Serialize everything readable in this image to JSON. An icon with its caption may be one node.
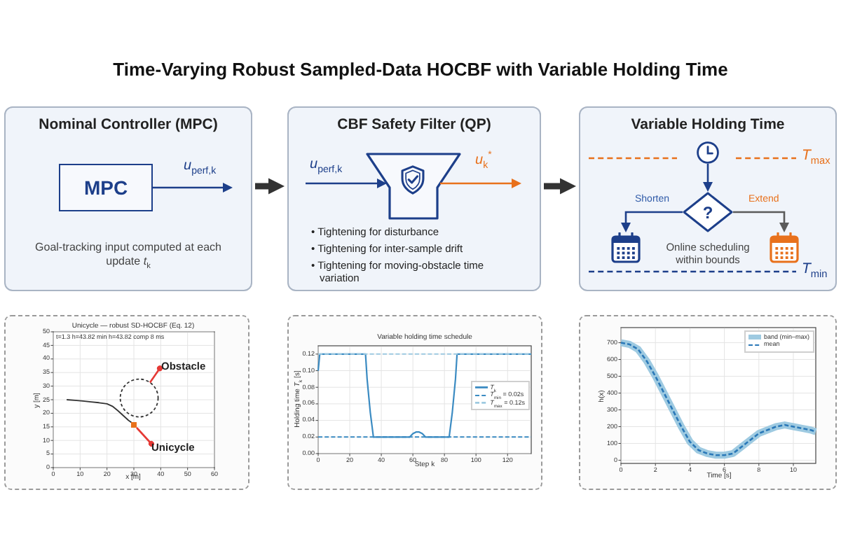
{
  "diagram": {
    "title": "Time-Varying Robust Sampled-Data HOCBF with Variable Holding Time",
    "nodes": [
      {
        "text": [
          "Nominal Controller (MPC)",
          "Goal-tracking input computed at each update *t*$_{k}$"
        ]
      },
      {
        "text": [
          "MPC"
        ],
        "in": 0
      },
      {
        "text": [
          "CBF Safety Filter (QP)",
          "• Tightening for disturbance",
          "• Tightening for inter-sample drift",
          "• Tightening for moving-obstacle time variation"
        ]
      },
      {
        "text": [],
        "shape": "funnel",
        "in": 2
      },
      {
        "text": [
          "Variable Holding Time",
          "Online scheduling within bounds"
        ]
      },
      {
        "text": [],
        "shape": "clock",
        "in": 4
      },
      {
        "text": [
          "?"
        ],
        "in": 4
      },
      {
        "text": [],
        "shape": "calendar",
        "in": 4
      },
      {
        "text": [],
        "shape": "calendar",
        "in": 4
      },
      {
        "text": [
          "Obstacle"
        ]
      },
      {
        "text": [],
        "shape": "circle"
      },
      {
        "text": [
          "Unicycle"
        ]
      },
      {
        "text": [],
        "shape": "dot"
      }
    ],
    "edges": [
      {
        "from": 0,
        "to": 2,
        "arrow": "to",
        "style": "thick",
        "color": "#333333"
      },
      {
        "from": 1,
        "to": null,
        "arrow": "to",
        "label": "*u*$_{perf,k}$"
      },
      {
        "from": null,
        "to": 3,
        "arrow": "to",
        "label": "*u*$_{perf,k}$"
      },
      {
        "from": 3,
        "to": null,
        "arrow": "to",
        "label": "*u*$_{k}$$^{*}$",
        "color": "#e8711c"
      },
      {
        "from": 2,
        "to": 4,
        "arrow": "to",
        "style": "thick",
        "color": "#333333"
      },
      {
        "from": 5,
        "to": 6,
        "arrow": "to"
      },
      {
        "from": 6,
        "to": 7,
        "arrow": "to",
        "label": "Shorten"
      },
      {
        "from": 6,
        "to": 8,
        "arrow": "to",
        "label": "Extend",
        "color": "#5a5a5a"
      },
      {
        "from": 9,
        "to": 10,
        "arrow": "other",
        "color": "#e53935"
      },
      {
        "from": 11,
        "to": 12,
        "arrow": "other",
        "color": "#e53935"
      }
    ],
    "labels": [
      "*T*$_{max}$",
      "*T*$_{min}$"
    ],
    "chart_data": [
      {
        "type": "line",
        "title": "Unicycle — robust SD-HOCBF (Eq. 12)",
        "xlabel": "x [m]",
        "ylabel": "y [m]",
        "x": [
          5,
          8,
          11,
          14,
          17,
          20,
          22,
          24,
          26,
          28,
          30
        ],
        "series": [
          {
            "color": "#333333",
            "values": [
              25,
              24.8,
              24.5,
              24.2,
              23.9,
              23.5,
              22.6,
              21,
              19.2,
              17.4,
              16
            ]
          }
        ],
        "xlim": [
          0,
          60
        ],
        "ylim": [
          0,
          50
        ],
        "xticks": [
          0,
          10,
          20,
          30,
          40,
          50,
          60
        ],
        "yticks": [
          0,
          5,
          10,
          15,
          20,
          25,
          30,
          35,
          40,
          45,
          50
        ],
        "grid": true,
        "annotations": [
          {
            "text": "t=1.3 h=43.82 min h=43.82 comp 8 ms"
          }
        ]
      },
      {
        "type": "line",
        "title": "Variable holding time schedule",
        "xlabel": "Step k",
        "ylabel": "Holding time *T*$_{k}$ [s]",
        "x": [
          0,
          1,
          30,
          31,
          32,
          33,
          34,
          35,
          58,
          60,
          62,
          64,
          66,
          68,
          83,
          84,
          85,
          86,
          87,
          88,
          135
        ],
        "series": [
          {
            "name": "*T*$_{k}$",
            "color": "#3b8bc2",
            "values": [
              0.1,
              0.12,
              0.12,
              0.09,
              0.07,
              0.05,
              0.035,
              0.02,
              0.02,
              0.024,
              0.026,
              0.026,
              0.024,
              0.02,
              0.02,
              0.035,
              0.05,
              0.07,
              0.09,
              0.12,
              0.12
            ]
          },
          {
            "name": "*T*$_{min}$ = 0.02s",
            "color": "#3b8bc2",
            "line_style": "dashed",
            "values": [
              0.02,
              0.02,
              0.02,
              0.02,
              0.02,
              0.02,
              0.02,
              0.02,
              0.02,
              0.02,
              0.02,
              0.02,
              0.02,
              0.02,
              0.02,
              0.02,
              0.02,
              0.02,
              0.02,
              0.02,
              0.02
            ]
          },
          {
            "name": "*T*$_{max}$ = 0.12s",
            "color": "#9ecae1",
            "line_style": "dashed",
            "values": [
              0.12,
              0.12,
              0.12,
              0.12,
              0.12,
              0.12,
              0.12,
              0.12,
              0.12,
              0.12,
              0.12,
              0.12,
              0.12,
              0.12,
              0.12,
              0.12,
              0.12,
              0.12,
              0.12,
              0.12,
              0.12
            ]
          }
        ],
        "xlim": [
          0,
          135
        ],
        "ylim": [
          0,
          0.13
        ],
        "xticks": [
          0,
          20,
          40,
          60,
          80,
          100,
          120
        ],
        "yticks": [
          {
            "value": 0,
            "label": "0.00"
          },
          {
            "value": 0.02,
            "label": "0.02"
          },
          {
            "value": 0.04,
            "label": "0.04"
          },
          {
            "value": 0.06,
            "label": "0.06"
          },
          {
            "value": 0.08,
            "label": "0.08"
          },
          {
            "value": 0.1,
            "label": "0.10"
          },
          {
            "value": 0.12,
            "label": "0.12"
          }
        ],
        "grid": true,
        "legend": true
      },
      {
        "type": "line",
        "xlabel": "Time [s]",
        "ylabel": "h(x)",
        "x": [
          0,
          0.5,
          1,
          1.5,
          2,
          2.5,
          3,
          3.5,
          4,
          4.5,
          5,
          5.5,
          6,
          6.5,
          7,
          7.5,
          8,
          8.5,
          9,
          9.5,
          10,
          10.5,
          11,
          11.3
        ],
        "series": [
          {
            "name": "band (min–max)",
            "color": "#9ecae1",
            "values": [
              700,
              690,
              660,
              590,
              500,
              400,
              300,
              200,
              110,
              60,
              40,
              30,
              30,
              40,
              80,
              120,
              160,
              180,
              200,
              210,
              200,
              190,
              180,
              170
            ]
          },
          {
            "name": "mean",
            "color": "#2a78b8",
            "line_style": "dashed",
            "values": [
              700,
              690,
              660,
              590,
              500,
              400,
              300,
              200,
              110,
              60,
              40,
              30,
              30,
              40,
              80,
              120,
              160,
              180,
              200,
              210,
              200,
              190,
              180,
              170
            ]
          }
        ],
        "xlim": [
          0,
          11.3
        ],
        "ylim": [
          -19,
          790
        ],
        "xticks": [
          0,
          2,
          4,
          6,
          8,
          10
        ],
        "yticks": [
          0,
          100,
          200,
          300,
          400,
          500,
          600,
          700
        ],
        "grid": true,
        "legend": true
      }
    ]
  }
}
